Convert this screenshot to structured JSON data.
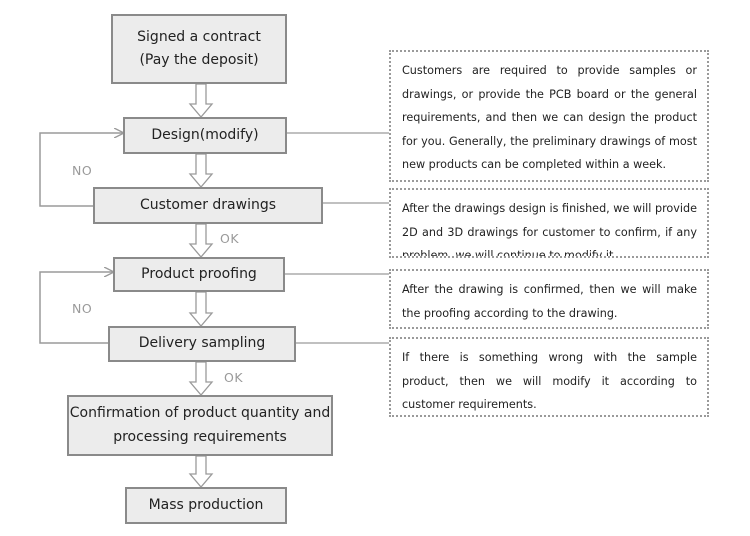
{
  "steps": {
    "contract": "Signed a contract\n(Pay the deposit)",
    "design": "Design(modify)",
    "customer_drawings": "Customer drawings",
    "product_proofing": "Product proofing",
    "delivery_sampling": "Delivery sampling",
    "confirmation": "Confirmation of product quantity and\nprocessing requirements",
    "mass_production": "Mass production"
  },
  "labels": {
    "no_1": "NO",
    "ok_1": "OK",
    "no_2": "NO",
    "ok_2": "OK"
  },
  "notes": {
    "design": "Customers are required to provide samples or drawings, or provide the PCB board or the general requirements, and then we can design the product for you. Generally, the preliminary drawings of most new products can be completed within a week.",
    "drawings": "After the drawings design is finished, we will provide 2D and 3D drawings for customer to confirm, if any problem, we will continue to modify it.",
    "proofing": "After the drawing is confirmed, then we will make the proofing according to the drawing.",
    "sampling": "If there is something wrong with the sample product, then we will modify it according to customer requirements."
  },
  "colors": {
    "box_fill": "#ececec",
    "box_border": "#8a8a8a",
    "connector": "#9a9a9a",
    "label": "#9a9a9a"
  }
}
